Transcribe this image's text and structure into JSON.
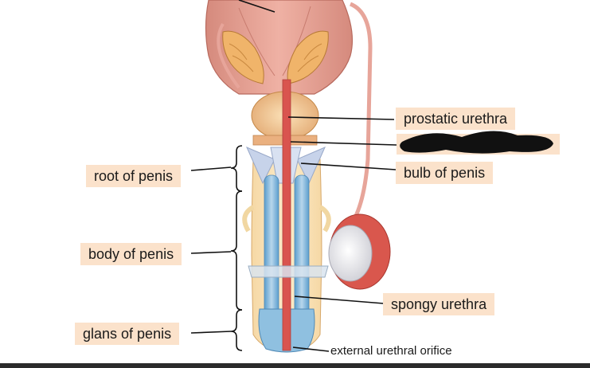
{
  "labels": {
    "root_of_penis": "root of penis",
    "body_of_penis": "body of penis",
    "glans_of_penis": "glans of penis",
    "prostatic_urethra": "prostatic urethra",
    "bulb_of_penis": "bulb of penis",
    "spongy_urethra": "spongy urethra",
    "external_urethral_orifice": "external urethral orifice"
  },
  "colors": {
    "label_fill": "#fbe2cb",
    "tissue": "#e8a296",
    "urethra": "#d9544f",
    "spongy": "#7ab3d9",
    "bulb": "#c7d3ea",
    "testis": "#e8e8ec",
    "redaction": "#111111"
  }
}
